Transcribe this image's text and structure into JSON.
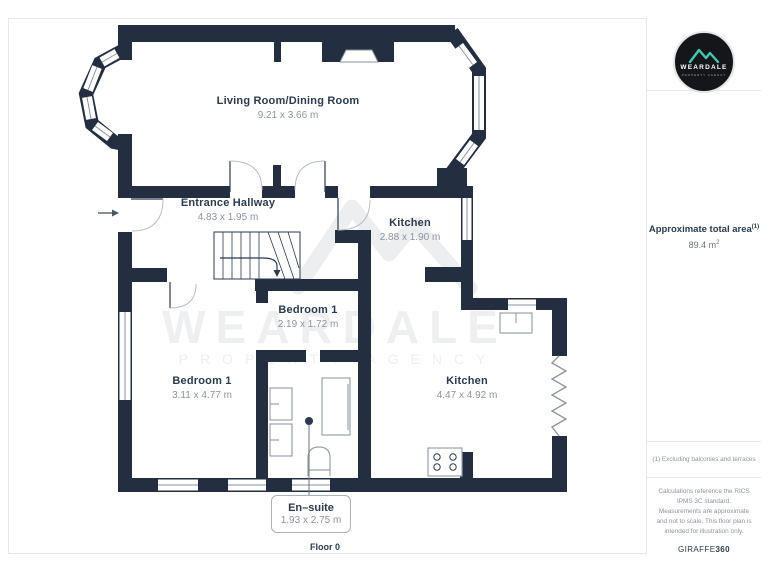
{
  "plan": {
    "floor_label": "Floor 0",
    "watermark": {
      "word": "WEARDALE",
      "subword": "PROPERTY AGENCY"
    },
    "rooms": [
      {
        "name": "Living Room/Dining Room",
        "dims": "9.21 x 3.66 m"
      },
      {
        "name": "Entrance Hallway",
        "dims": "4.83 x 1.95 m"
      },
      {
        "name": "Kitchen",
        "dims": "2.88 x 1.90 m"
      },
      {
        "name": "Bedroom 1",
        "dims": "2.19 x 1.72 m"
      },
      {
        "name": "Bedroom 1",
        "dims": "3.11 x 4.77 m"
      },
      {
        "name": "Kitchen",
        "dims": "4.47 x 4.92 m"
      },
      {
        "name": "En–suite",
        "dims": "1.93 x 2.75 m"
      }
    ]
  },
  "sidebar": {
    "logo": {
      "brand": "WEARDALE",
      "tagline": "PROPERTY AGENCY"
    },
    "area_title": "Approximate total area",
    "area_superscript": "(1)",
    "area_value": "89.4 m",
    "area_unit_superscript": "2",
    "footnote": "(1) Excluding balconies and terraces",
    "disclaimer": "Calculations reference the RICS IPMS 3C standard. Measurements are approximate and not to scale. This floor plan is intended for illustration only.",
    "brand_footer": {
      "name": "GIRAFFE",
      "number": "360"
    }
  },
  "colors": {
    "wall": "#232e41",
    "text": "#2b3a4e",
    "muted": "#8d949d",
    "accent_teal": "#3ec9b7",
    "border": "#e6e8ea",
    "watermark": "#eceef0"
  }
}
